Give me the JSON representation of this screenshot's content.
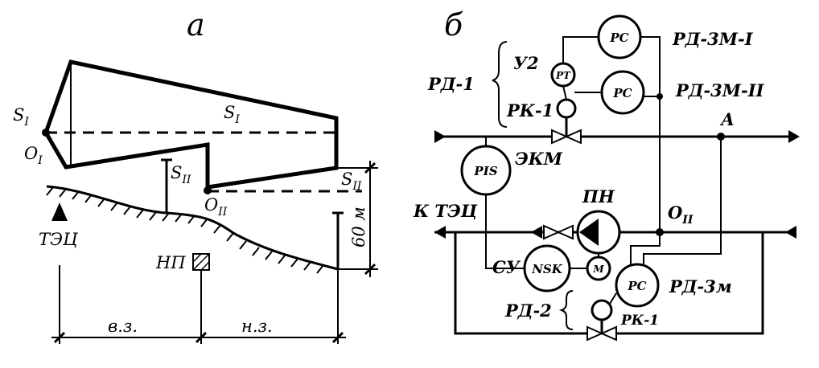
{
  "panel_a": {
    "title": "а",
    "labels": {
      "s1_left": "S",
      "s1_left_sub": "I",
      "o1": "O",
      "o1_sub": "I",
      "s1_right": "S",
      "s1_right_sub": "I",
      "s2_mid": "S",
      "s2_mid_sub": "II",
      "s2_right": "S",
      "s2_right_sub": "II",
      "o2": "O",
      "o2_sub": "II",
      "station": "ТЭЦ",
      "pump_station": "НП",
      "height": "60 м",
      "zone_upper": "в.з.",
      "zone_lower": "н.з."
    }
  },
  "panel_b": {
    "title": "б",
    "labels": {
      "rd1": "РД-1",
      "u2": "У2",
      "rk1_top": "РК-1",
      "rd3m1": "РД-3М-I",
      "rd3m2": "РД-3М-II",
      "ekm": "ЭКМ",
      "point_a": "А",
      "to_tec": "К ТЭЦ",
      "pn": "ПН",
      "o2": "O",
      "o2_sub": "II",
      "su": "СУ",
      "rd2": "РД-2",
      "rd3m": "РД-3м",
      "rk1_bottom": "РК-1"
    },
    "instruments": {
      "pc": "PC",
      "pt": "PT",
      "pis": "PIS",
      "nsk": "NSK",
      "motor": "M"
    }
  }
}
